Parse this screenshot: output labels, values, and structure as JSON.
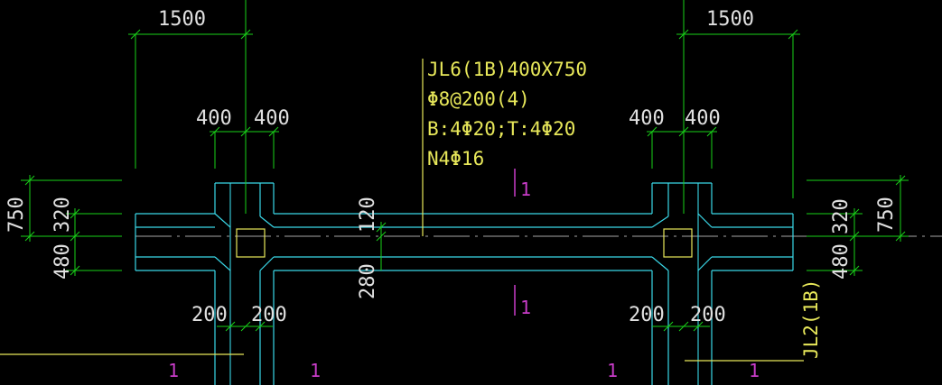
{
  "colors": {
    "background": "#000000",
    "dimension": "#19d219",
    "outline": "#3ad8e8",
    "annotation": "#e8e85a",
    "section": "#c83cc8",
    "centerline": "#d0d0d0"
  },
  "dimensions": {
    "left_span": "1500",
    "right_span": "1500",
    "left_col_a": "400",
    "left_col_b": "400",
    "right_col_a": "400",
    "right_col_b": "400",
    "left_total_h": "750",
    "left_upper_h": "320",
    "left_lower_h": "480",
    "right_total_h": "750",
    "right_upper_h": "320",
    "right_lower_h": "480",
    "center_upper": "120",
    "center_lower": "280",
    "left_foot_a": "200",
    "left_foot_b": "200",
    "right_foot_a": "200",
    "right_foot_b": "200"
  },
  "beam_note": {
    "line1": "JL6(1B)400X750",
    "line2": "Φ8@200(4)",
    "line3": "B:4Φ20;T:4Φ20",
    "line4": "N4Φ16"
  },
  "right_beam_label": "JL2(1B)",
  "section_marks": {
    "top": "1",
    "mid": "1",
    "b1": "1",
    "b2": "1",
    "b3": "1",
    "b4": "1"
  }
}
